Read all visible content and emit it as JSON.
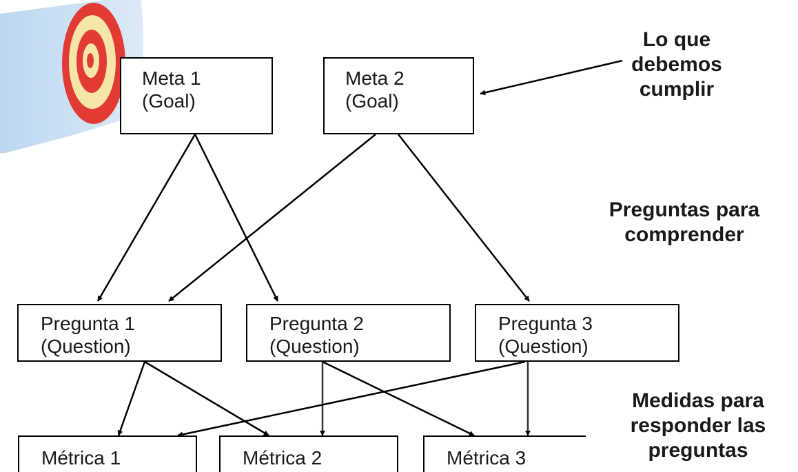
{
  "goals": [
    {
      "title": "Meta 1",
      "subtitle": "(Goal)"
    },
    {
      "title": "Meta 2",
      "subtitle": "(Goal)"
    }
  ],
  "questions": [
    {
      "title": "Pregunta 1",
      "subtitle": "(Question)"
    },
    {
      "title": "Pregunta 2",
      "subtitle": "(Question)"
    },
    {
      "title": "Pregunta 3",
      "subtitle": "(Question)"
    }
  ],
  "metrics": [
    {
      "title": "Métrica 1"
    },
    {
      "title": "Métrica 2"
    },
    {
      "title": "Métrica 3"
    }
  ],
  "notes": {
    "goals_note": [
      "Lo que",
      "debemos",
      "cumplir"
    ],
    "questions_note": [
      "Preguntas para",
      "comprender"
    ],
    "metrics_note": [
      "Medidas para",
      "responder las",
      "preguntas"
    ]
  },
  "colors": {
    "line": "#000000",
    "arrow_gray": "#333333",
    "target_red": "#e23b35",
    "target_cream": "#f5e6a8",
    "backdrop_blue": "#bcd7f0"
  },
  "icons": {
    "target": "target-icon"
  }
}
